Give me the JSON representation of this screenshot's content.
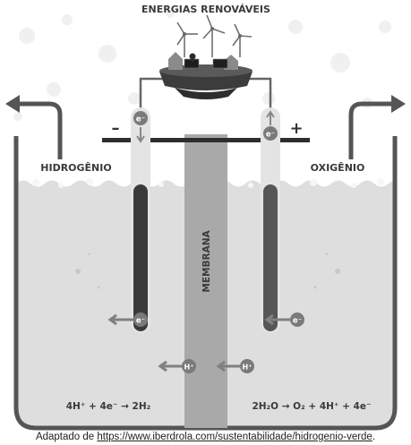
{
  "title": "ENERGIAS RENOVÁVEIS",
  "labels": {
    "hydrogen": "HIDROGÊNIO",
    "oxygen": "OXIGÊNIO",
    "membrane": "MEMBRANA",
    "minus": "–",
    "plus": "+"
  },
  "particles": {
    "electron": "e⁻",
    "proton": "H⁺"
  },
  "equations": {
    "cathode": "4H⁺ + 4e⁻ → 2H₂",
    "anode": "2H₂O → O₂ + 4H⁺ + 4e⁻"
  },
  "caption": {
    "prefix": "Adaptado de ",
    "link": "https://www.iberdrola.com/sustentabilidade/hidrogenio-verde",
    "suffix": "."
  },
  "colors": {
    "water": "#dedede",
    "tank": "#555555",
    "membrane": "#a9a9a9",
    "electrode_left": "#3a3a3a",
    "electrode_right": "#565656",
    "particle": "#7a7a7a"
  }
}
